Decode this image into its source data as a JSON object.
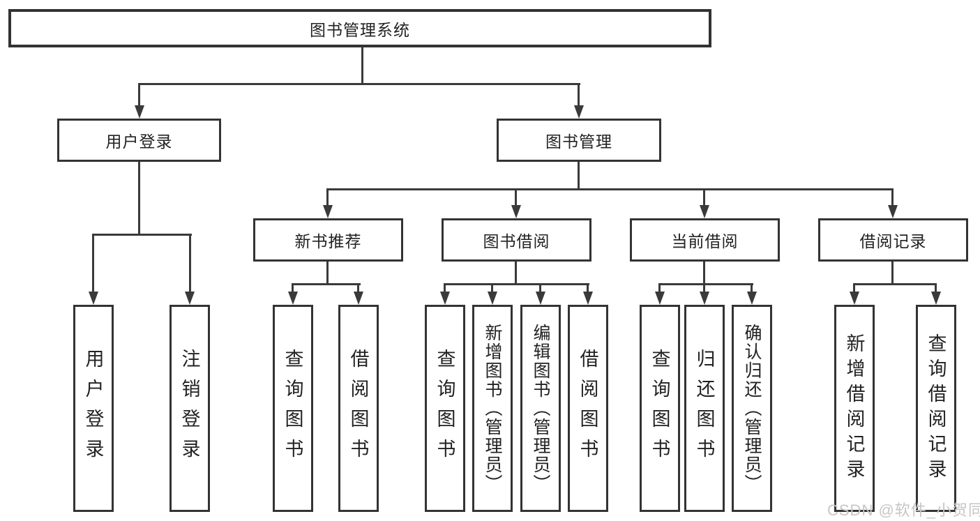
{
  "tree": {
    "root": "图书管理系统",
    "children": [
      {
        "label": "用户登录",
        "children": [
          "用户登录",
          "注销登录"
        ]
      },
      {
        "label": "图书管理",
        "children": [
          {
            "label": "新书推荐",
            "children": [
              "查询图书",
              "借阅图书"
            ]
          },
          {
            "label": "图书借阅",
            "children": [
              "查询图书",
              "新增图书（管理员）",
              "编辑图书（管理员）",
              "借阅图书"
            ]
          },
          {
            "label": "当前借阅",
            "children": [
              "查询图书",
              "归还图书",
              "确认归还（管理员）"
            ]
          },
          {
            "label": "借阅记录",
            "children": [
              "新增借阅记录",
              "查询借阅记录"
            ]
          }
        ]
      }
    ]
  },
  "colors": {
    "line": "#3a3a3a",
    "box_border": "#333333",
    "text": "#222222",
    "watermark": "#c6c6c6"
  },
  "watermark": {
    "text": "CSDN @软件_小贺同学"
  }
}
